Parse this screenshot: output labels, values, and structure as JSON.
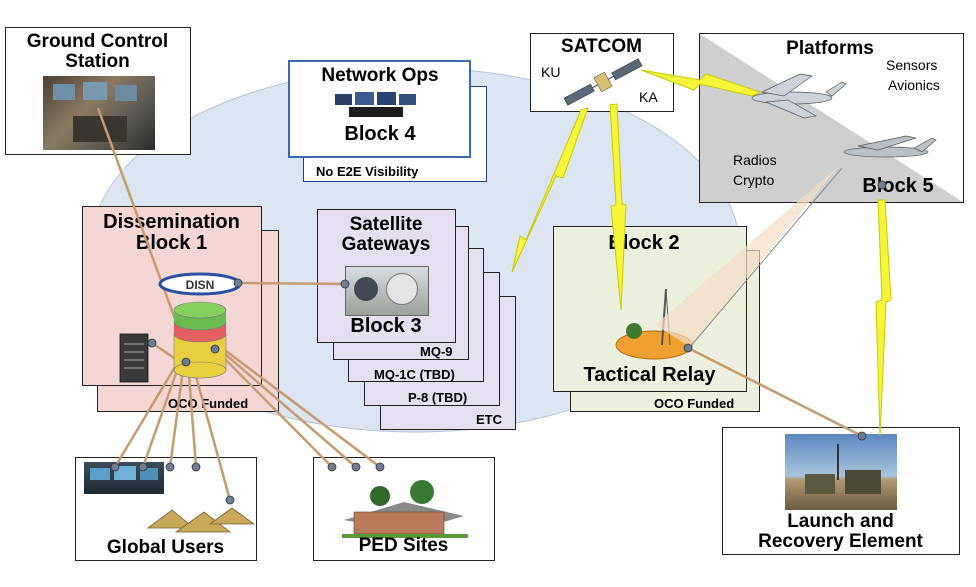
{
  "ground_control": {
    "title_line1": "Ground Control",
    "title_line2": "Station"
  },
  "network_ops": {
    "title": "Network Ops",
    "block": "Block 4",
    "note": "No E2E Visibility"
  },
  "satcom": {
    "title": "SATCOM",
    "band_left": "KU",
    "band_right": "KA"
  },
  "platforms": {
    "title": "Platforms",
    "sensors": "Sensors",
    "avionics": "Avionics",
    "radios": "Radios",
    "crypto": "Crypto",
    "block": "Block 5"
  },
  "dissemination": {
    "title_line1": "Dissemination",
    "title_line2": "Block 1",
    "disn": "DISN",
    "funding": "OCO Funded"
  },
  "satellite_gateways": {
    "title_line1": "Satellite",
    "title_line2": "Gateways",
    "block": "Block 3",
    "stack": [
      "MQ-9",
      "MQ-1C (TBD)",
      "P-8 (TBD)",
      "ETC"
    ]
  },
  "block2": {
    "title": "Block 2",
    "relay": "Tactical Relay",
    "funding": "OCO Funded"
  },
  "global_users": {
    "title": "Global Users"
  },
  "ped_sites": {
    "title": "PED Sites"
  },
  "lre": {
    "title_line1": "Launch and",
    "title_line2": "Recovery Element"
  },
  "colors": {
    "cloud": "#dce6f2",
    "pink": "#f4d7d5",
    "lavender": "#e6dff0",
    "green": "#ebf1de",
    "link": "#c79a6f",
    "lightning": "#f5f53a"
  }
}
